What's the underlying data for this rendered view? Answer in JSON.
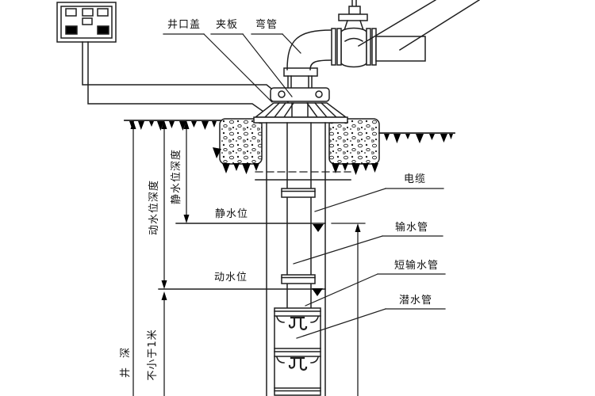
{
  "diagram_type": "deep-well-submersible-pump-installation",
  "labels": {
    "well_cover": "井口盖",
    "clamp_plate": "夹板",
    "elbow_pipe": "弯管",
    "cable": "电缆",
    "delivery_pipe": "输水管",
    "short_delivery_pipe": "短输水管",
    "submersible_pipe": "潜水管",
    "static_water_level": "静水位",
    "dynamic_water_level": "动水位",
    "static_water_level_depth": "静水位深度",
    "dynamic_water_level_depth": "动水位深度",
    "well_depth": "井深",
    "min_one_meter": "不小于1米"
  },
  "colors": {
    "line": "#1f1f1f",
    "background": "#ffffff",
    "solid_fill": "#000000"
  }
}
